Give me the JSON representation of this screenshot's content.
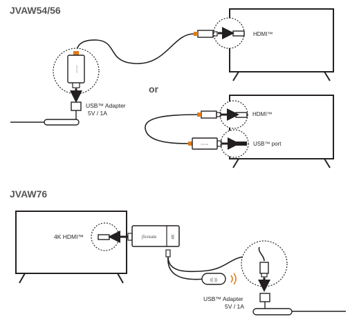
{
  "section1": {
    "title": "JVAW54/56"
  },
  "section2": {
    "title": "JVAW76"
  },
  "or_text": "or",
  "labels": {
    "hdmi_top": "HDMI™",
    "hdmi_mid": "HDMI™",
    "usb_port": "USB™ port",
    "usb_adapter_1_line1": "USB™ Adapter",
    "usb_adapter_1_line2": "5V / 1A",
    "hdmi_4k": "4K HDMI™",
    "usb_adapter_2_line1": "USB™ Adapter",
    "usb_adapter_2_line2": "5V / 1A",
    "dongle_4k": "4K",
    "dongle_brand": "j5create"
  },
  "colors": {
    "line": "#231f20",
    "accent": "#e07b1a",
    "heading": "#555555"
  }
}
